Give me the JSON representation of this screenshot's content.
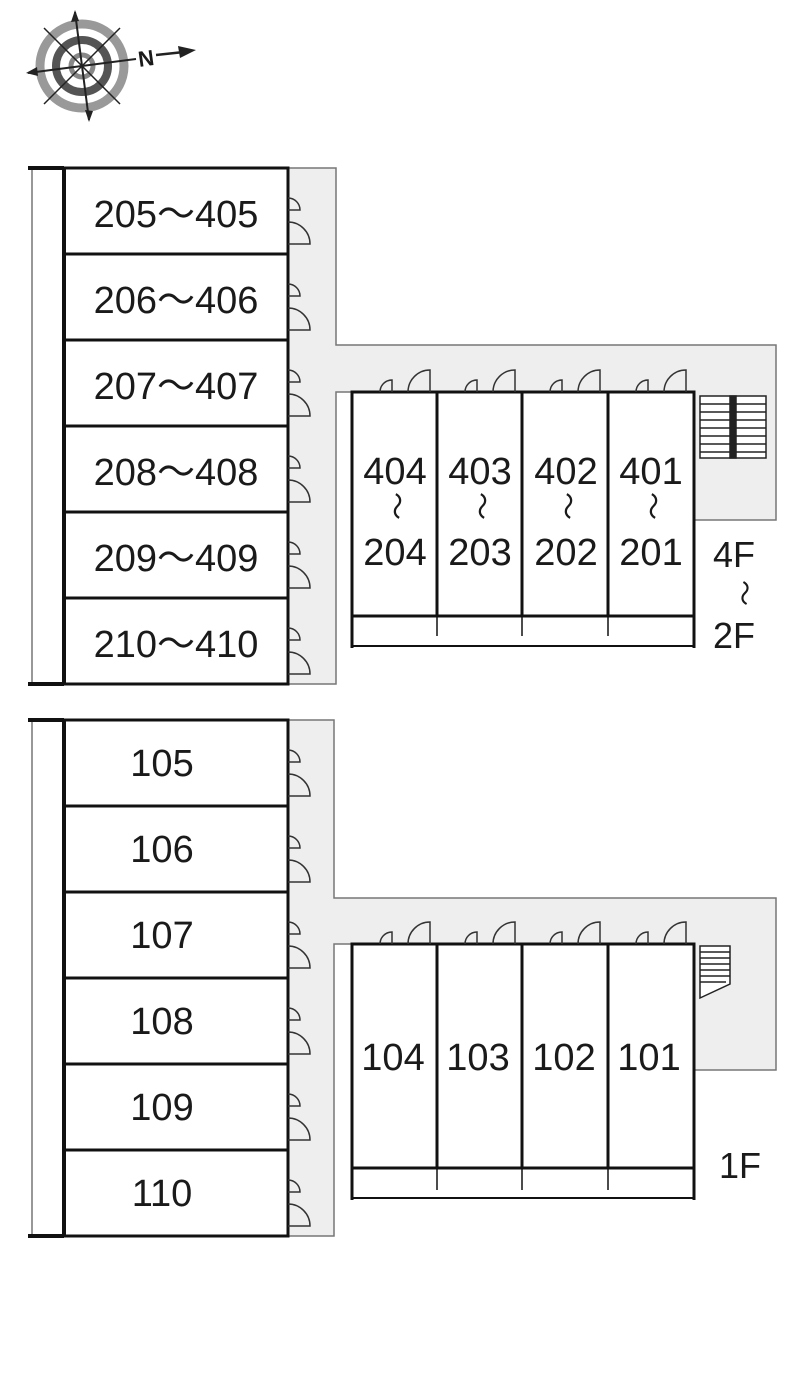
{
  "compass": {
    "north_label": "N"
  },
  "upper_plan": {
    "west_units": [
      "205～405",
      "206～406",
      "207～407",
      "208～408",
      "209～409",
      "210～410"
    ],
    "east_units": [
      {
        "top": "404",
        "tilde": "～",
        "bottom": "204"
      },
      {
        "top": "403",
        "tilde": "～",
        "bottom": "203"
      },
      {
        "top": "402",
        "tilde": "～",
        "bottom": "202"
      },
      {
        "top": "401",
        "tilde": "～",
        "bottom": "201"
      }
    ],
    "floor_label": {
      "top": "4F",
      "tilde": "～",
      "bottom": "2F"
    }
  },
  "lower_plan": {
    "west_units": [
      "105",
      "106",
      "107",
      "108",
      "109",
      "110"
    ],
    "east_units": [
      "104",
      "103",
      "102",
      "101"
    ],
    "floor_label": "1F"
  },
  "colors": {
    "corridor": "#eeeeee",
    "wall": "#111111",
    "text": "#1a1a1a"
  }
}
